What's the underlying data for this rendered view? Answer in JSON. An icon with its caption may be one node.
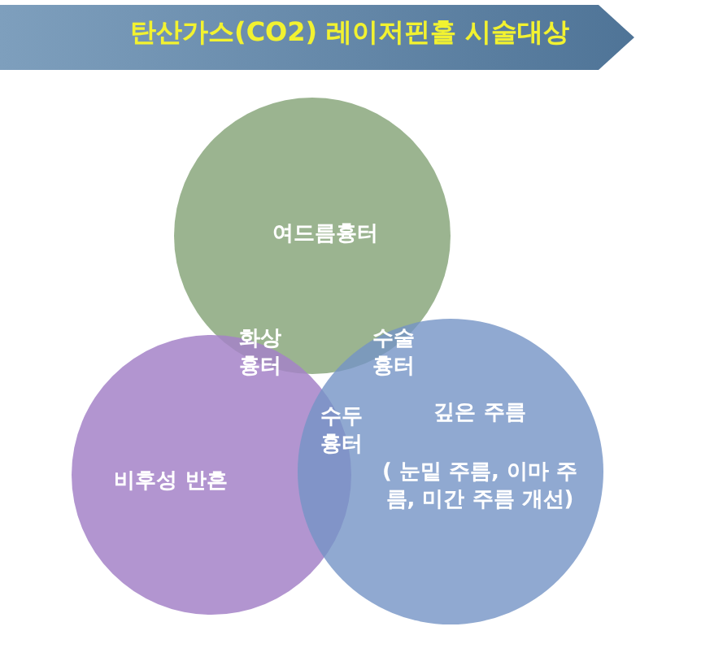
{
  "diagram": {
    "title": "탄산가스(CO2) 레이저핀홀 시술대상",
    "nodes": [
      {
        "text": [
          "여드름흉터"
        ]
      },
      {
        "text": [
          "비후성 반흔"
        ]
      },
      {
        "text": [
          "깊은 주름",
          "( 눈밑 주름, 이마 주름, 미간 주름 개선)"
        ]
      }
    ],
    "labels": [
      "화상 흉터",
      "수술 흉터",
      "수두 흉터"
    ]
  }
}
